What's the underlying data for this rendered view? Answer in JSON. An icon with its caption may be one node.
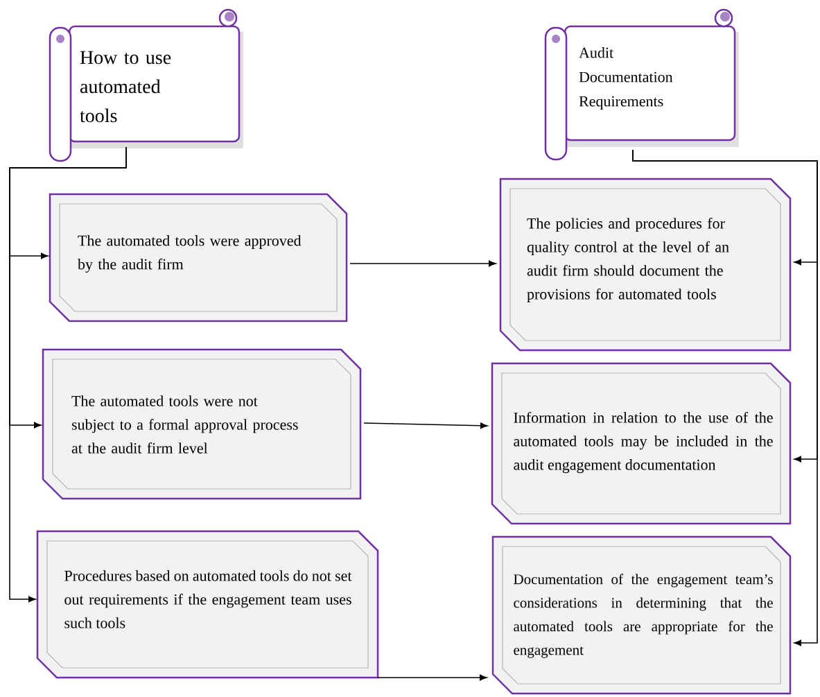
{
  "diagram": {
    "nodes": [
      {
        "text": [
          "How to use automated tools"
        ]
      },
      {
        "text": [
          "Audit Documentation Requirements"
        ]
      },
      {
        "text": [
          "The automated tools were approved by the audit firm"
        ]
      },
      {
        "text": [
          "The policies and procedures for quality control at the level of an audit firm should document the provisions for automated tools"
        ]
      },
      {
        "text": [
          "The automated tools were not subject to a formal approval process at the audit firm level"
        ]
      },
      {
        "text": [
          "Information in relation to the use of the automated tools may be included in the audit engagement documentation"
        ]
      },
      {
        "text": [
          "Procedures based on automated tools do not set out requirements if the engagement team uses such tools"
        ]
      },
      {
        "text": [
          "Documentation of the engagement team’s considerations in determining that the automated tools are appropriate for the engagement"
        ]
      }
    ],
    "edges": [
      {
        "from": 0,
        "to": 2,
        "arrow": "to"
      },
      {
        "from": 0,
        "to": 4,
        "arrow": "to"
      },
      {
        "from": 0,
        "to": 6,
        "arrow": "to"
      },
      {
        "from": 1,
        "to": 3,
        "arrow": "to"
      },
      {
        "from": 1,
        "to": 5,
        "arrow": "to"
      },
      {
        "from": 1,
        "to": 7,
        "arrow": "to"
      },
      {
        "from": 2,
        "to": 3,
        "arrow": "to"
      },
      {
        "from": 4,
        "to": 5,
        "arrow": "to"
      },
      {
        "from": 6,
        "to": 7,
        "arrow": "to"
      }
    ]
  }
}
